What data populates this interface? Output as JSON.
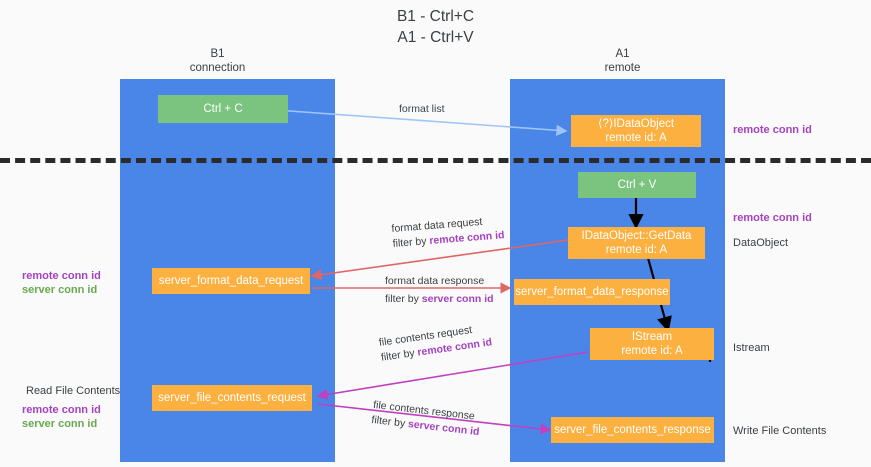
{
  "diagram": {
    "title": "B1 - Ctrl+C\nA1 - Ctrl+V",
    "columns": [
      {
        "id": "b1",
        "label": "B1\nconnection"
      },
      {
        "id": "a1",
        "label": "A1\nremote"
      }
    ],
    "nodes": [
      {
        "id": "ctrl-c",
        "label": "Ctrl + C",
        "color": "green",
        "column": "b1"
      },
      {
        "id": "idataobject-remote",
        "label": "⟨?⟩IDataObject\nremote id: A",
        "color": "orange",
        "column": "a1"
      },
      {
        "id": "ctrl-v",
        "label": "Ctrl + V",
        "color": "green",
        "column": "a1"
      },
      {
        "id": "idataobject-getdata",
        "label": "IDataObject::GetData\nremote id: A",
        "color": "orange",
        "column": "a1"
      },
      {
        "id": "server-format-data-request",
        "label": "server_format_data_request",
        "color": "orange",
        "column": "b1"
      },
      {
        "id": "server-format-data-response",
        "label": "server_format_data_response",
        "color": "orange",
        "column": "a1"
      },
      {
        "id": "istream",
        "label": "IStream\nremote id: A",
        "color": "orange",
        "column": "a1"
      },
      {
        "id": "server-file-contents-request",
        "label": "server_file_contents_request",
        "color": "orange",
        "column": "b1"
      },
      {
        "id": "server-file-contents-response",
        "label": "server_file_contents_response",
        "color": "orange",
        "column": "a1"
      }
    ],
    "edges": [
      {
        "id": "format-list",
        "primary": "format list",
        "filter_prefix": "",
        "filter_value": "",
        "color": "#9fc5f8"
      },
      {
        "id": "format-data-request",
        "primary": "format data request",
        "filter_prefix": "filter by",
        "filter_value": "remote conn id",
        "color": "#e06666"
      },
      {
        "id": "format-data-response",
        "primary": "format data response",
        "filter_prefix": "filter by",
        "filter_value": "server conn id",
        "color": "#e06666"
      },
      {
        "id": "file-contents-request",
        "primary": "file contents request",
        "filter_prefix": "filter by",
        "filter_value": "remote conn id",
        "color": "#c040c0"
      },
      {
        "id": "file-contents-response",
        "primary": "file contents response",
        "filter_prefix": "filter by",
        "filter_value": "server conn id",
        "color": "#c040c0"
      }
    ],
    "right_annotations": [
      {
        "id": "right-remote-conn-id-1",
        "text": "remote conn id",
        "style": "purple"
      },
      {
        "id": "right-remote-conn-id-2",
        "text": "remote conn id",
        "style": "purple"
      },
      {
        "id": "right-dataobject",
        "text": "DataObject",
        "style": "dark"
      },
      {
        "id": "right-istream",
        "text": "Istream",
        "style": "dark"
      },
      {
        "id": "right-write-file",
        "text": "Write File Contents",
        "style": "dark"
      }
    ],
    "left_annotations": [
      {
        "id": "left-remote-conn-id",
        "text": "remote conn id",
        "style": "purple"
      },
      {
        "id": "left-server-conn-id",
        "text": "server conn id",
        "style": "green"
      },
      {
        "id": "left-read-file",
        "text": "Read File Contents",
        "style": "dark"
      },
      {
        "id": "left-remote-conn-id-2",
        "text": "remote conn id",
        "style": "purple"
      },
      {
        "id": "left-server-conn-id-2",
        "text": "server conn id",
        "style": "green"
      }
    ],
    "colors": {
      "background": "#fafafa",
      "lane": "#4a86e8",
      "green_node": "#7bc47f",
      "orange_node": "#fbb040",
      "purple_text": "#a542c0",
      "green_text": "#6aa84f",
      "dark_text": "#3c4043",
      "separator": "#2b2b2b",
      "arrow_blue": "#9fc5f8",
      "arrow_red": "#e06666",
      "arrow_magenta": "#c040c0",
      "arrow_black": "#000000"
    }
  }
}
